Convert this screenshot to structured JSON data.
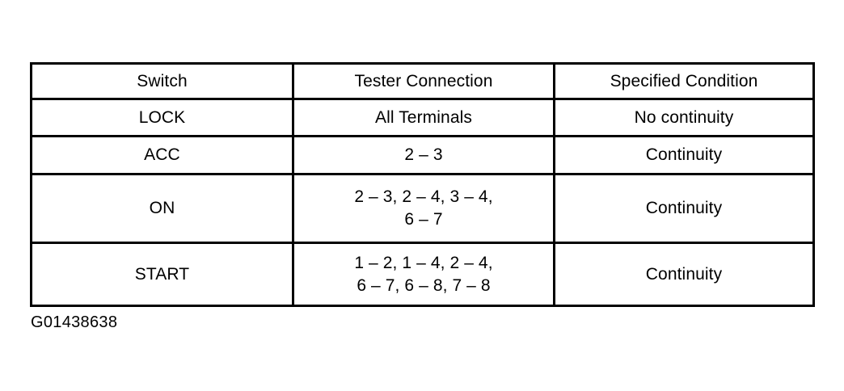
{
  "document": {
    "type": "service-manual-specification-table",
    "figure_caption": "G01438638"
  },
  "table": {
    "headers": {
      "switch": "Switch",
      "tester_connection": "Tester Connection",
      "specified_condition": "Specified Condition"
    },
    "rows": [
      {
        "switch": "LOCK",
        "tester_connection": "All Terminals",
        "specified_condition": "No continuity"
      },
      {
        "switch": "ACC",
        "tester_connection": "2 – 3",
        "specified_condition": "Continuity"
      },
      {
        "switch": "ON",
        "tester_connection": "2 – 3, 2 – 4, 3 – 4,\n6 – 7",
        "specified_condition": "Continuity"
      },
      {
        "switch": "START",
        "tester_connection": "1 – 2, 1 – 4, 2 – 4,\n6 – 7, 6 – 8, 7 – 8",
        "specified_condition": "Continuity"
      }
    ]
  },
  "colors": {
    "background": "#ffffff",
    "text": "#000000",
    "border": "#000000"
  }
}
